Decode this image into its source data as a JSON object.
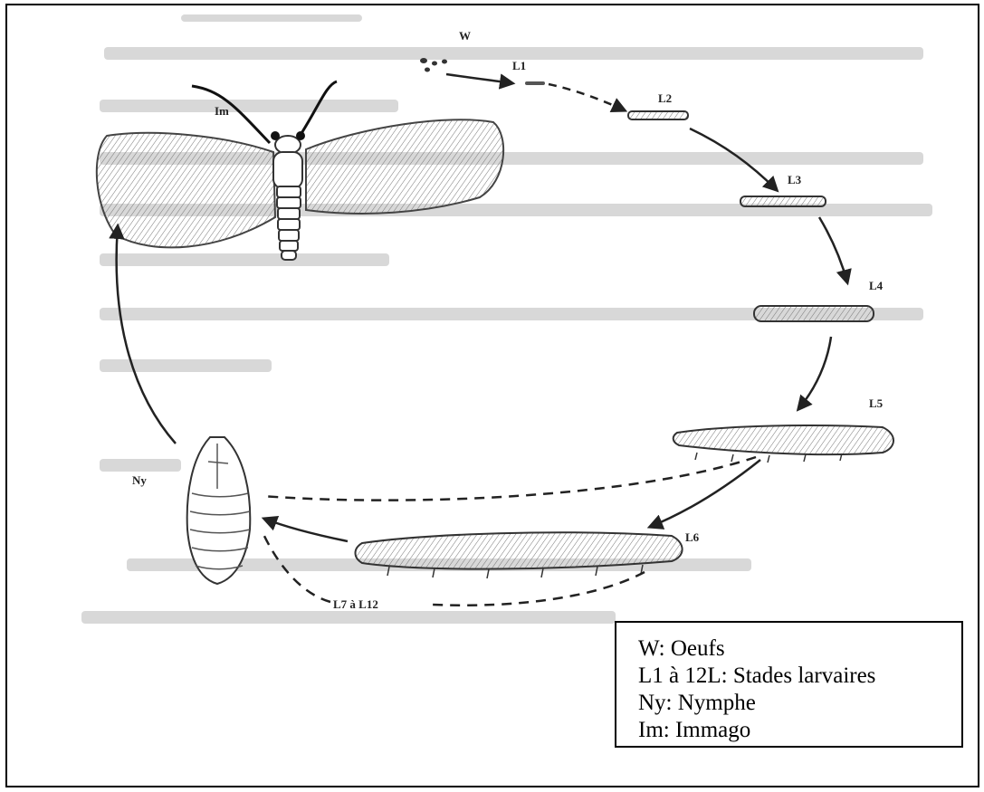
{
  "stages": {
    "eggs": "W",
    "l1": "L1",
    "l2": "L2",
    "l3": "L3",
    "l4": "L4",
    "l5": "L5",
    "l6": "L6",
    "l7_l12": "L7 à L12",
    "nymph": "Ny",
    "imago": "Im"
  },
  "legend": {
    "line1": "W: Oeufs",
    "line2": "L1 à 12L: Stades larvaires",
    "line3": "Ny: Nymphe",
    "line4": "Im: Immago"
  },
  "colors": {
    "ink": "#222222",
    "paper": "#ffffff",
    "faded_text": "#cfcfcf"
  }
}
